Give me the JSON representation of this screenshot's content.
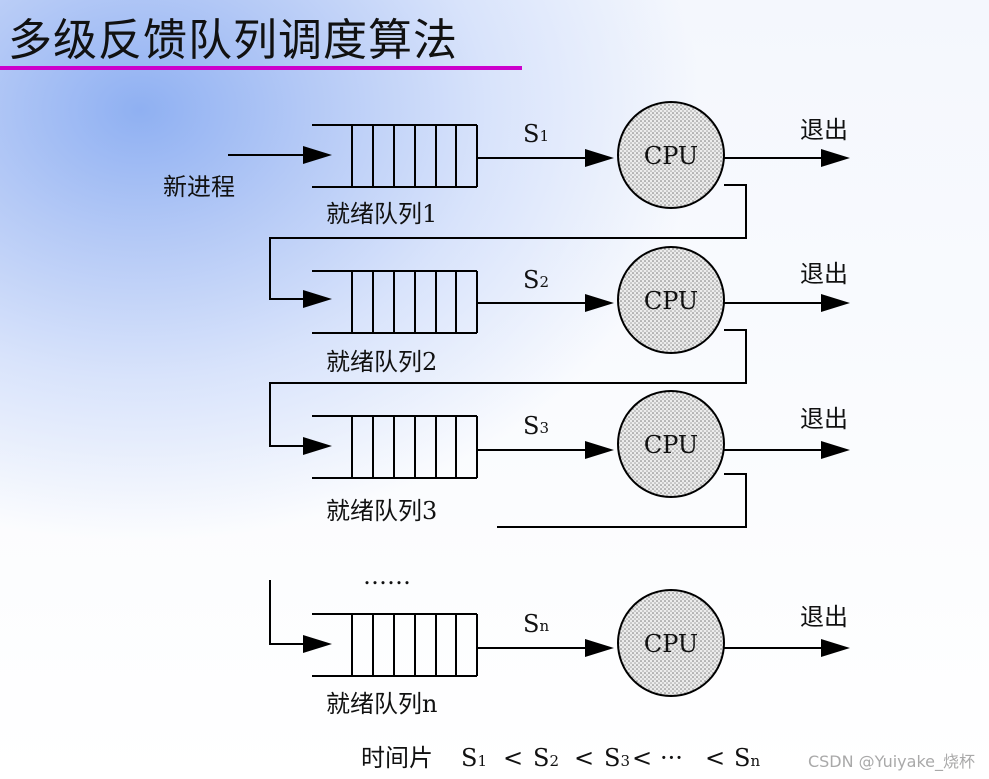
{
  "title": "多级反馈队列调度算法",
  "new_process_label": "新进程",
  "queues": [
    {
      "label": "就绪队列1",
      "slice": "S",
      "slice_sub": "1",
      "cpu": "CPU",
      "exit": "退出"
    },
    {
      "label": "就绪队列2",
      "slice": "S",
      "slice_sub": "2",
      "cpu": "CPU",
      "exit": "退出"
    },
    {
      "label": "就绪队列3",
      "slice": "S",
      "slice_sub": "3",
      "cpu": "CPU",
      "exit": "退出"
    },
    {
      "label": "就绪队列n",
      "slice": "S",
      "slice_sub": "n",
      "cpu": "CPU",
      "exit": "退出"
    }
  ],
  "ellipsis": "……",
  "footer": {
    "prefix": "时间片",
    "s": "S",
    "sub1": "1",
    "sub2": "2",
    "sub3": "3",
    "subn": "n",
    "lt": "<",
    "dots": "···"
  },
  "watermark": "CSDN @Yuiyake_烧杯",
  "colors": {
    "title_rule": "#cc00cc",
    "cpu_fill": "#e8e8e8",
    "background_glow": "#8fb0f2"
  }
}
